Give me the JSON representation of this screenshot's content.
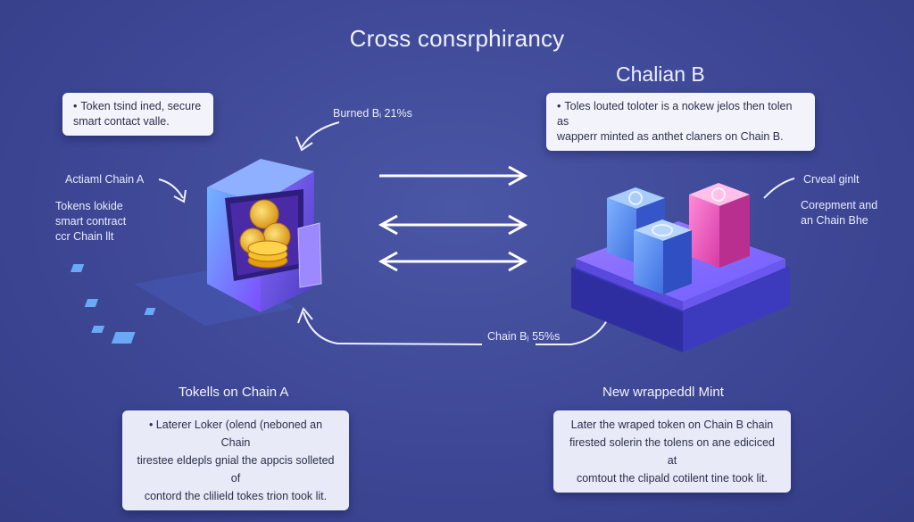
{
  "title": "Cross consrphirancy",
  "subtitle": "Chalian B",
  "top_left_card": {
    "bullet": "•",
    "lines": [
      "Token tsind ined, secure",
      "smart contact valle."
    ]
  },
  "top_right_card": {
    "bullet": "•",
    "lines": [
      "Toles louted toloter is a nokew jelos then tolen as",
      "wapperr minted as anthet claners on Chain B."
    ]
  },
  "burned_label": "Burned Bᵢ 21%s",
  "left_labels": {
    "actiam": "Actiaml Chain A",
    "tokens": [
      "Tokens lokide",
      "smart contract",
      "ccr Chain llt"
    ]
  },
  "right_labels": {
    "crveal": "Crveal ginlt",
    "corepment": [
      "Corepment and",
      "an Chain Bhe"
    ]
  },
  "chain_b_label": "Chain Bⱼ 55%s",
  "left_heading": "Tokells on Chain A",
  "right_heading": "New wrappeddl Mint",
  "bottom_left_card": {
    "lines": [
      "• Laterer Loker (olend (neboned an Chain",
      "tirestee eldepls gnial the appcis solleted of",
      "contord the clilield tokes trion took lit."
    ]
  },
  "bottom_right_card": {
    "lines": [
      "Later the wraped token on Chain B chain",
      "firested solerin the tolens on ane ediciced at",
      "comtout the clipald cotilent tine took lit."
    ]
  },
  "colors": {
    "background": "#3f4996",
    "card": "#f3f4fb",
    "accent_blue": "#4d8dff",
    "accent_pink": "#ff5fc7",
    "accent_purple": "#8f6bff",
    "coin_gold": "#f2b21c"
  },
  "icons": [
    "vault-icon",
    "coins-icon",
    "blocks-platform-icon",
    "arrow-icon"
  ]
}
